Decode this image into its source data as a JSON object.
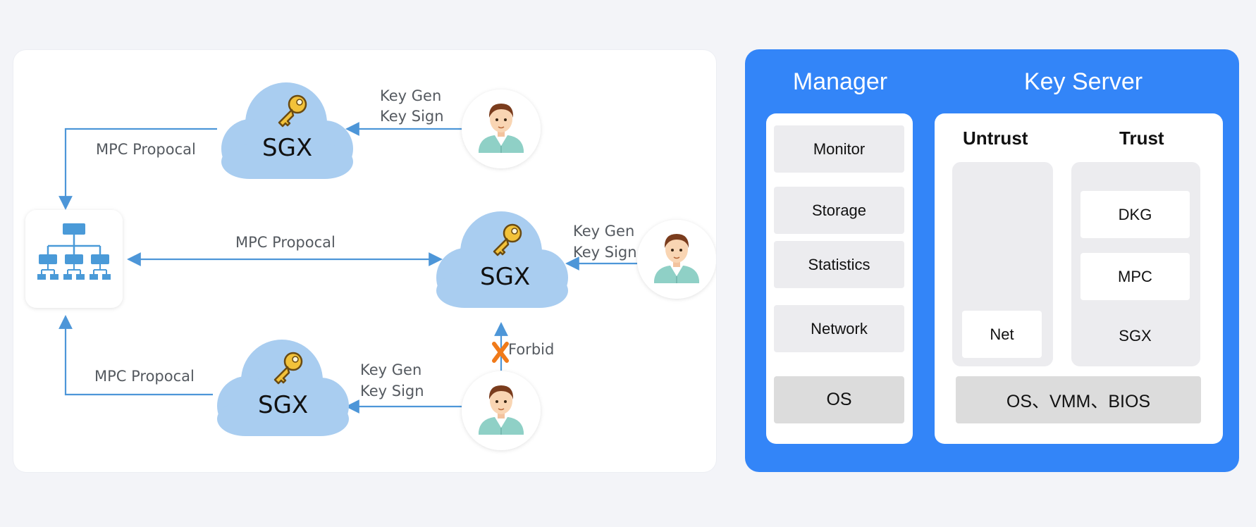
{
  "left_diagram": {
    "sgx_label": "SGX",
    "top": {
      "mpc_label": "MPC Propocal",
      "key_gen": "Key Gen",
      "key_sign": "Key Sign"
    },
    "middle": {
      "mpc_label": "MPC Propocal",
      "key_gen": "Key Gen",
      "key_sign": "Key Sign"
    },
    "bottom": {
      "mpc_label": "MPC Propocal",
      "key_gen": "Key Gen",
      "key_sign": "Key Sign"
    },
    "forbid_label": "Forbid"
  },
  "right_diagram": {
    "manager": {
      "title": "Manager",
      "items": [
        "Monitor",
        "Storage",
        "Statistics",
        "Network"
      ],
      "os": "OS"
    },
    "key_server": {
      "title": "Key Server",
      "untrust": {
        "title": "Untrust",
        "items": [
          "Net"
        ]
      },
      "trust": {
        "title": "Trust",
        "items": [
          "DKG",
          "MPC",
          "SGX"
        ]
      },
      "base": "OS、VMM、BIOS"
    }
  },
  "colors": {
    "background": "#f3f4f8",
    "panel_blue": "#3385f8",
    "cloud": "#a9cdf0",
    "line": "#4d96d8",
    "forbid_x": "#f07a1a",
    "node_icon": "#4a9ad8"
  },
  "icons": [
    "network-hierarchy-icon",
    "key-icon",
    "user-avatar-icon",
    "forbid-cross-icon"
  ]
}
